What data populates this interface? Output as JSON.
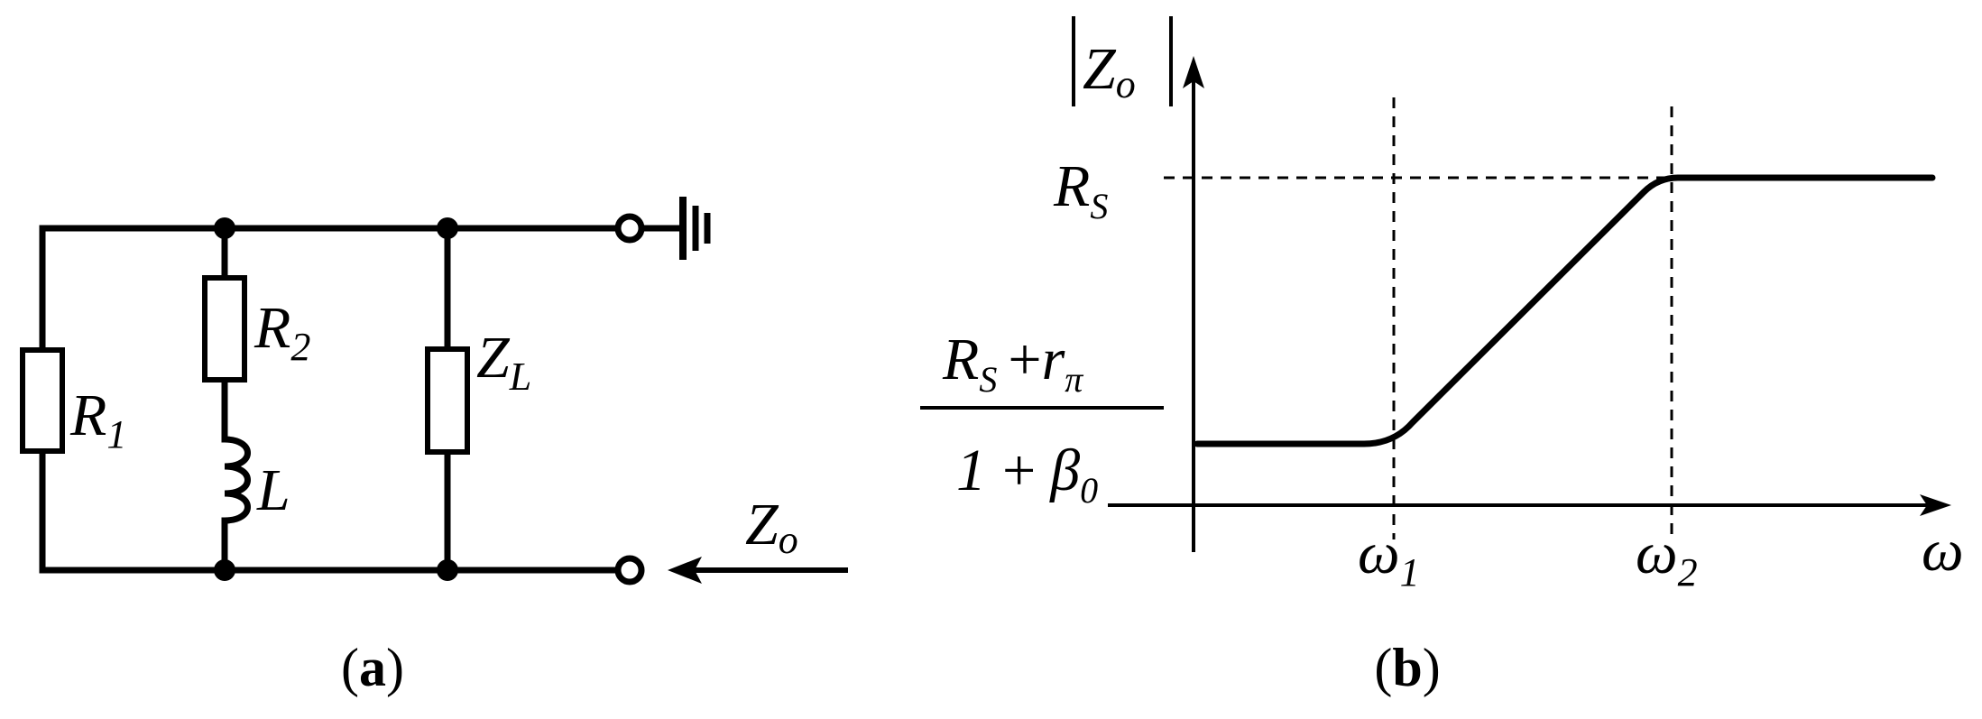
{
  "panel_a": {
    "caption_open": "(",
    "caption_letter": "a",
    "caption_close": ")",
    "r1_main": "R",
    "r1_sub": "1",
    "r2_main": "R",
    "r2_sub": "2",
    "zl_main": "Z",
    "zl_sub": "L",
    "l_label": "L",
    "zo_main": "Z",
    "zo_sub": "o"
  },
  "panel_b": {
    "caption_open": "(",
    "caption_letter": "b",
    "caption_close": ")",
    "y_label_main": "Z",
    "y_label_sub": "o",
    "rs_main": "R",
    "rs_sub": "S",
    "low_num_r": "R",
    "low_num_s": "S",
    "low_num_plus": "+",
    "low_num_r2": "r",
    "low_num_pi": "π",
    "low_den_one": "1",
    "low_den_plus": "+",
    "low_den_beta": "β",
    "low_den_sub": "0",
    "w1_main": "ω",
    "w1_sub": "1",
    "w2_main": "ω",
    "w2_sub": "2",
    "x_label": "ω"
  },
  "chart_data": {
    "type": "line",
    "title": "",
    "xlabel": "ω",
    "ylabel": "|Zo|",
    "x_ticks": [
      "ω1",
      "ω2"
    ],
    "y_ticks": [
      "(RS + rπ)/(1 + β0)",
      "RS"
    ],
    "series": [
      {
        "points": [
          [
            "0",
            "(RS + rπ)/(1 + β0)"
          ],
          [
            "ω1",
            "(RS + rπ)/(1 + β0)"
          ],
          [
            "ω2",
            "RS"
          ],
          [
            "∞",
            "RS"
          ]
        ]
      }
    ],
    "grid": false
  }
}
